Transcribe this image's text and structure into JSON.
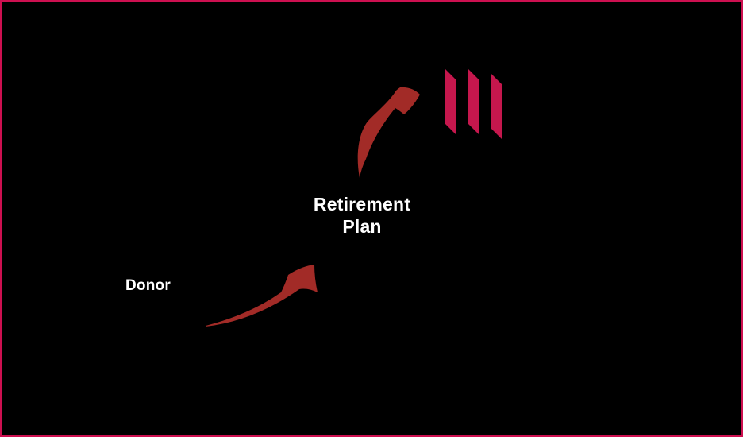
{
  "colors": {
    "background": "#000000",
    "border": "#cd1050",
    "logo": "#c5174d",
    "arrow": "#a22b27",
    "text": "#ffffff"
  },
  "diagram": {
    "donor_label": "Donor",
    "plan_label_line1": "Retirement",
    "plan_label_line2": "Plan",
    "charity_icon": "three-banner-logo-mark",
    "edges": [
      {
        "from": "Donor",
        "to": "Retirement Plan",
        "style": "curved-swoosh-arrow"
      },
      {
        "from": "Retirement Plan",
        "to": "three-banner-logo-mark",
        "style": "curved-swoosh-arrow"
      }
    ]
  }
}
